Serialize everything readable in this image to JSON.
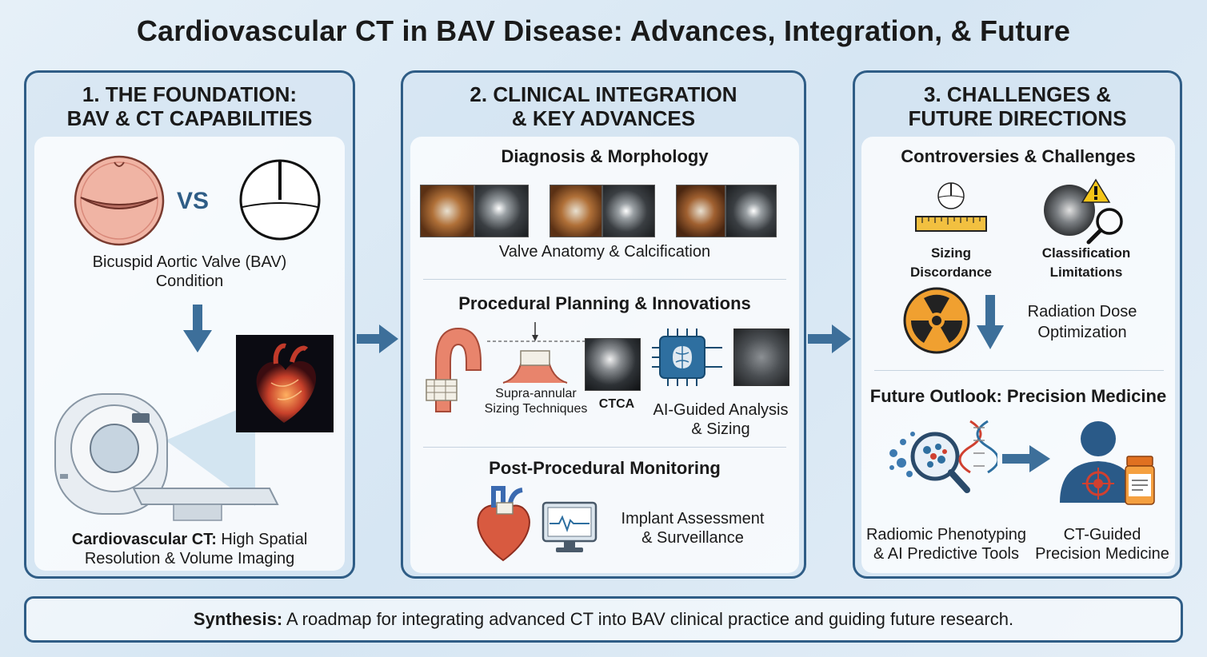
{
  "title": "Cardiovascular CT in BAV Disease: Advances, Integration, & Future",
  "panel1": {
    "heading_line1": "1. THE FOUNDATION:",
    "heading_line2": "BAV & CT CAPABILITIES",
    "vs": "VS",
    "bav_line1": "Bicuspid Aortic Valve (BAV)",
    "bav_line2": "Condition",
    "ct_bold": "Cardiovascular CT:",
    "ct_line1_rest": " High Spatial",
    "ct_line2": "Resolution & Volume Imaging"
  },
  "panel2": {
    "heading_line1": "2. CLINICAL INTEGRATION",
    "heading_line2": "& KEY ADVANCES",
    "diag_title": "Diagnosis & Morphology",
    "diag_caption": "Valve Anatomy & Calcification",
    "proc_title": "Procedural Planning & Innovations",
    "supra_line1": "Supra-annular",
    "supra_line2": "Sizing Techniques",
    "ctca": "CTCA",
    "ai_line1": "AI-Guided Analysis",
    "ai_line2": "& Sizing",
    "post_title": "Post-Procedural Monitoring",
    "implant_line1": "Implant Assessment",
    "implant_line2": "& Surveillance"
  },
  "panel3": {
    "heading_line1": "3. CHALLENGES &",
    "heading_line2": "FUTURE DIRECTIONS",
    "contro_title": "Controversies & Challenges",
    "sizing_line1": "Sizing",
    "sizing_line2": "Discordance",
    "class_line1": "Classification",
    "class_line2": "Limitations",
    "rad_line1": "Radiation Dose",
    "rad_line2": "Optimization",
    "future_title": "Future Outlook: Precision Medicine",
    "radiomic_line1": "Radiomic Phenotyping",
    "radiomic_line2": "& AI Predictive Tools",
    "ctguided_line1": "CT-Guided",
    "ctguided_line2": "Precision Medicine"
  },
  "synthesis": {
    "bold": "Synthesis:",
    "text": " A roadmap for integrating advanced CT into BAV clinical practice and guiding future research."
  },
  "colors": {
    "accent": "#2f5d86",
    "arrow": "#3d6f9a",
    "valve": "#f0b4a4",
    "warning": "#f5c518",
    "radiation": "#f0a030"
  },
  "icons": [
    "valve-icon",
    "tricuspid-valve-icon",
    "arrow-down-icon",
    "ct-scanner-icon",
    "heart-icon",
    "aorta-icon",
    "ai-chip-icon",
    "monitor-icon",
    "ruler-icon",
    "magnifier-icon",
    "warning-icon",
    "radiation-icon",
    "dna-icon",
    "patient-target-icon",
    "pill-bottle-icon"
  ]
}
